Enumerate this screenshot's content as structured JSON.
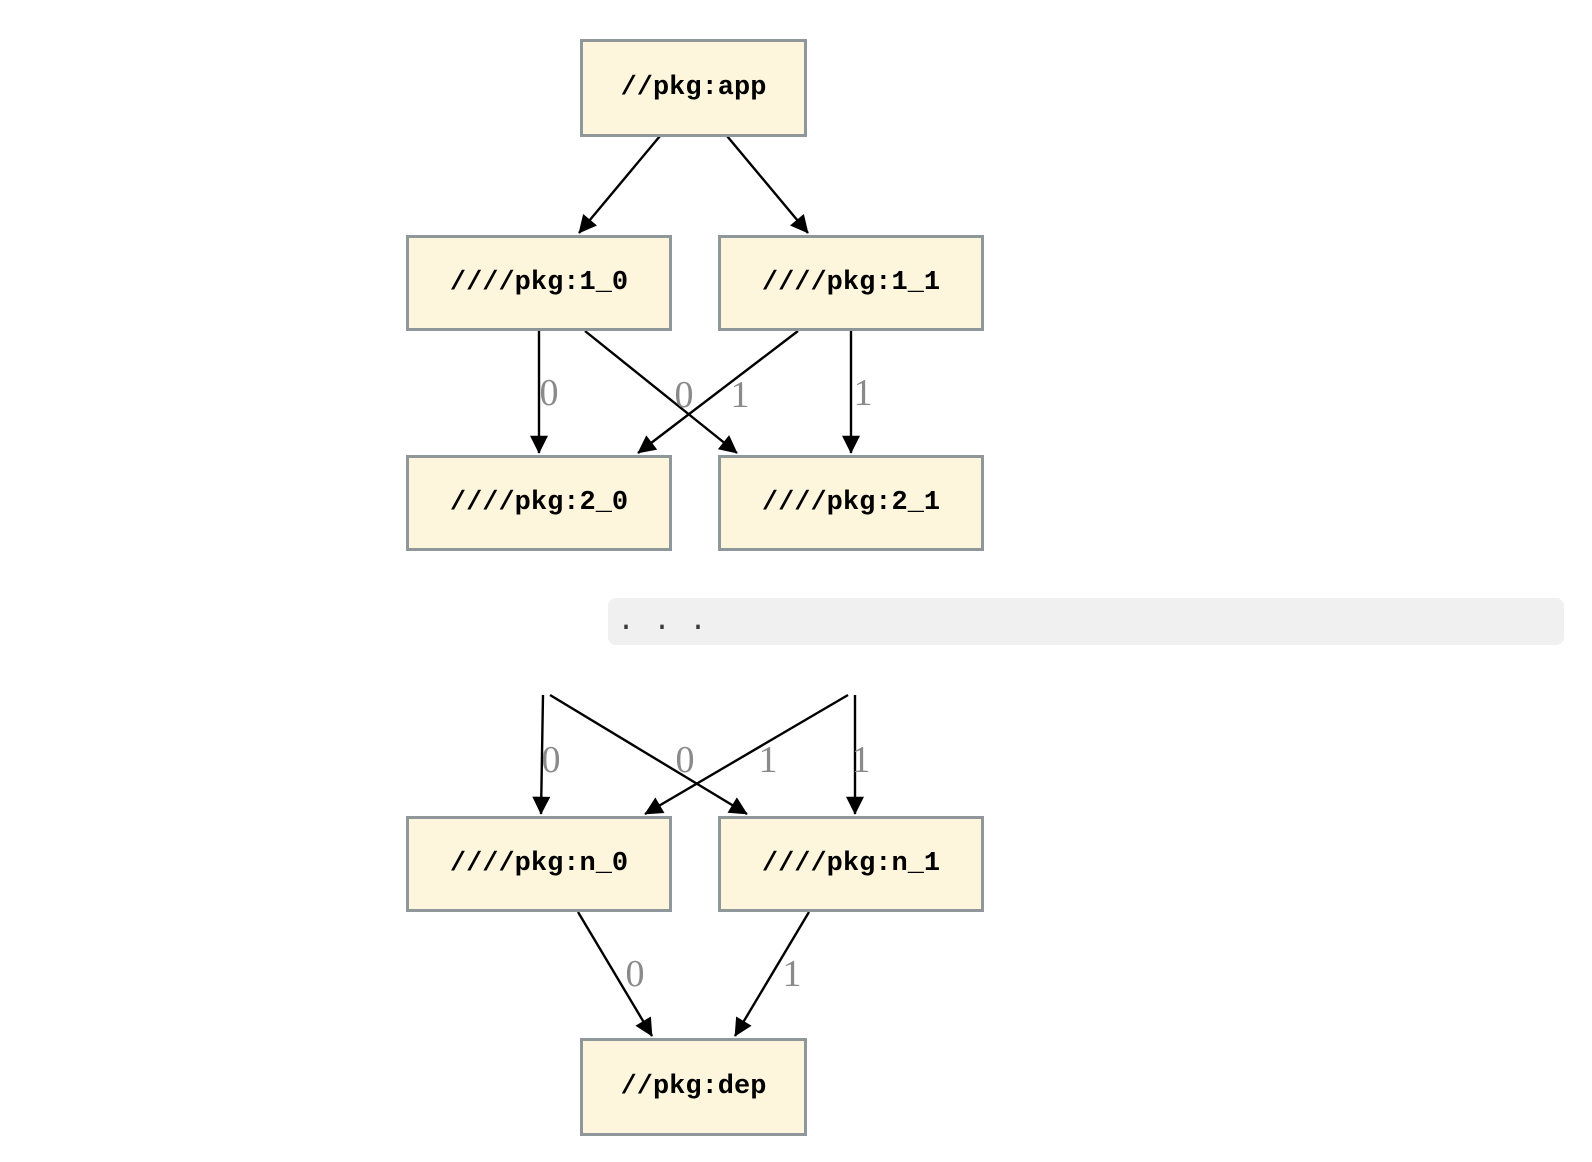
{
  "diagram": {
    "type": "dependency-graph",
    "colors": {
      "node_fill": "#fdf6dd",
      "node_border": "#8f979a",
      "edge": "#000000",
      "edge_label": "#8a8a8a",
      "separator_bg": "#f0f0f0",
      "background": "#ffffff"
    },
    "graph1": {
      "nodes": [
        {
          "id": "app",
          "label": "//pkg:app"
        },
        {
          "id": "v1_0",
          "label": "////pkg:1_0"
        },
        {
          "id": "v1_1",
          "label": "////pkg:1_1"
        },
        {
          "id": "v2_0",
          "label": "////pkg:2_0"
        },
        {
          "id": "v2_1",
          "label": "////pkg:2_1"
        }
      ],
      "edges": [
        {
          "from": "//pkg:app",
          "to": "////pkg:1_0",
          "label": ""
        },
        {
          "from": "//pkg:app",
          "to": "////pkg:1_1",
          "label": ""
        },
        {
          "from": "////pkg:1_0",
          "to": "////pkg:2_0",
          "label": "0"
        },
        {
          "from": "////pkg:1_0",
          "to": "////pkg:2_1",
          "label": "0"
        },
        {
          "from": "////pkg:1_1",
          "to": "////pkg:2_0",
          "label": "1"
        },
        {
          "from": "////pkg:1_1",
          "to": "////pkg:2_1",
          "label": "1"
        }
      ]
    },
    "separator": {
      "text": ". . ."
    },
    "graph2": {
      "nodes": [
        {
          "id": "vn_0",
          "label": "////pkg:n_0"
        },
        {
          "id": "vn_1",
          "label": "////pkg:n_1"
        },
        {
          "id": "dep",
          "label": "//pkg:dep"
        }
      ],
      "edges": [
        {
          "from": "",
          "to": "////pkg:n_0",
          "label": "0"
        },
        {
          "from": "",
          "to": "////pkg:n_1",
          "label": "0"
        },
        {
          "from": "",
          "to": "////pkg:n_0",
          "label": "1"
        },
        {
          "from": "",
          "to": "////pkg:n_1",
          "label": "1"
        },
        {
          "from": "////pkg:n_0",
          "to": "//pkg:dep",
          "label": "0"
        },
        {
          "from": "////pkg:n_1",
          "to": "//pkg:dep",
          "label": "1"
        }
      ]
    }
  }
}
